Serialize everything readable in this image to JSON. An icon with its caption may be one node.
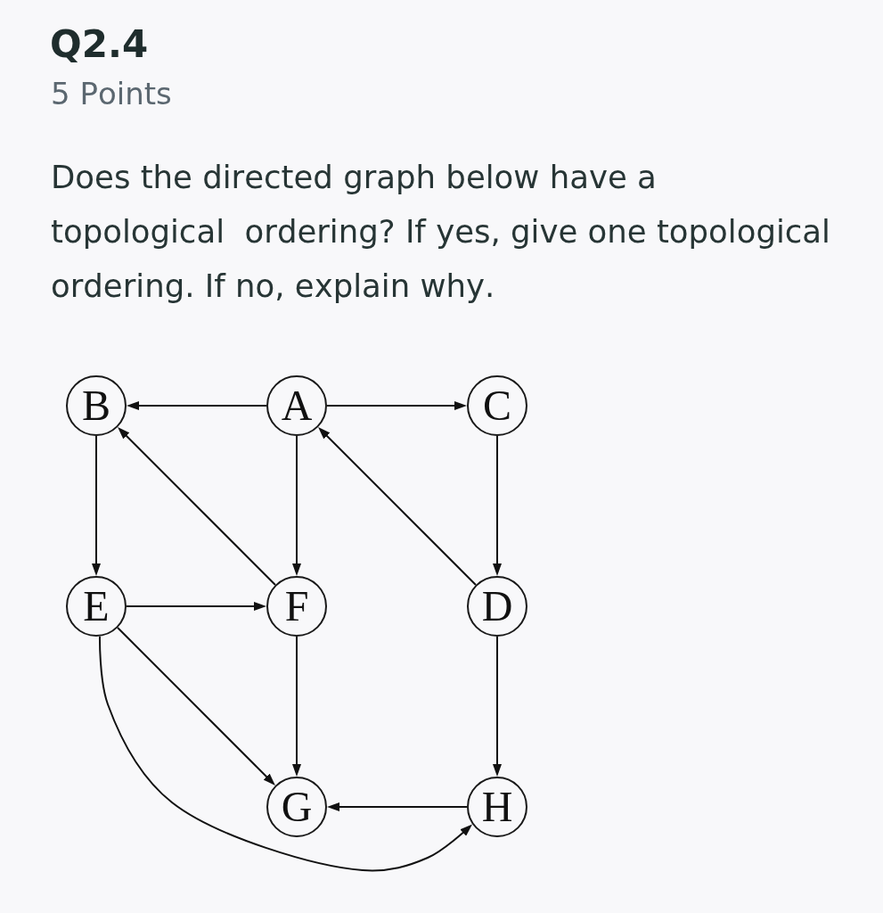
{
  "diagram": {
    "title": "Q2.4",
    "nodes": [
      {
        "text": [
          "B"
        ]
      },
      {
        "text": [
          "A"
        ]
      },
      {
        "text": [
          "C"
        ]
      },
      {
        "text": [
          "E"
        ]
      },
      {
        "text": [
          "F"
        ]
      },
      {
        "text": [
          "D"
        ]
      },
      {
        "text": [
          "G"
        ]
      },
      {
        "text": [
          "H"
        ]
      }
    ],
    "edges": [
      {
        "from": 1,
        "to": 0,
        "arrow": "to"
      },
      {
        "from": 1,
        "to": 2,
        "arrow": "to"
      },
      {
        "from": 0,
        "to": 3,
        "arrow": "to"
      },
      {
        "from": 4,
        "to": 0,
        "arrow": "to"
      },
      {
        "from": 1,
        "to": 4,
        "arrow": "to"
      },
      {
        "from": 5,
        "to": 1,
        "arrow": "to"
      },
      {
        "from": 2,
        "to": 5,
        "arrow": "to"
      },
      {
        "from": 3,
        "to": 4,
        "arrow": "to"
      },
      {
        "from": 4,
        "to": 6,
        "arrow": "to"
      },
      {
        "from": 3,
        "to": 6,
        "arrow": "to"
      },
      {
        "from": 5,
        "to": 7,
        "arrow": "to"
      },
      {
        "from": 7,
        "to": 6,
        "arrow": "to"
      },
      {
        "from": 3,
        "to": 7,
        "arrow": "to"
      }
    ],
    "labels": [
      "5 Points",
      "Does the directed graph below have a topological  ordering? If yes, give one topological ordering. If no, explain why."
    ]
  }
}
